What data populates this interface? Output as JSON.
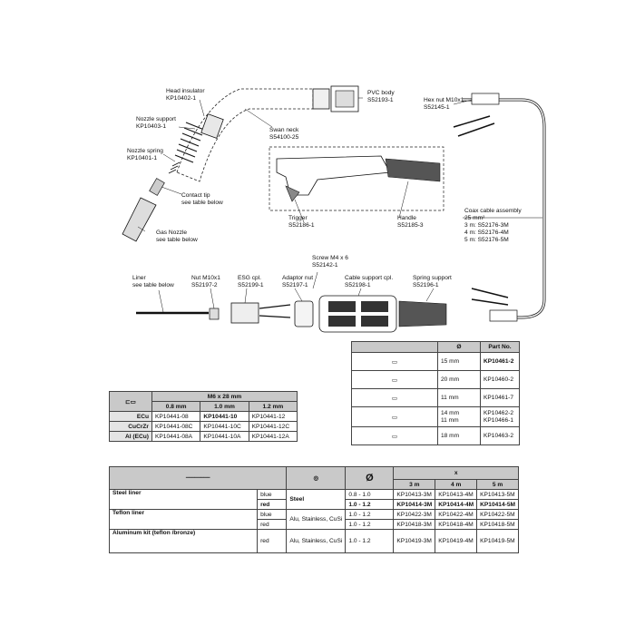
{
  "labels": {
    "head_insulator": [
      "Head insulator",
      "KP10402-1"
    ],
    "pvc_body": [
      "PVC body",
      "S52193-1"
    ],
    "hex_nut": [
      "Hex nut M10x1",
      "S52145-1"
    ],
    "nozzle_support": [
      "Nozzle support",
      "KP10403-1"
    ],
    "swan_neck": [
      "Swan neck",
      "S54100-25"
    ],
    "nozzle_spring": [
      "Nozzle spring",
      "KP10401-1"
    ],
    "contact_tip": [
      "Contact tip",
      "see table below"
    ],
    "gas_nozzle": [
      "Gas Nozzle",
      "see table below"
    ],
    "trigger": [
      "Trigger",
      "S52186-1"
    ],
    "handle": [
      "Handle",
      "S52185-3"
    ],
    "coax_cable": [
      "Coax cable assembly",
      "25 mm²",
      "3 m: S52176-3M",
      "4 m: S52176-4M",
      "5 m: S52176-5M"
    ],
    "screw": [
      "Screw M4 x 6",
      "S52142-1"
    ],
    "liner": [
      "Liner",
      "see table below"
    ],
    "nut_m10": [
      "Nut M10x1",
      "S52197-2"
    ],
    "esg_cpl": [
      "ESG cpl.",
      "S52199-1"
    ],
    "adaptor_nut": [
      "Adaptor nut",
      "S52197-1"
    ],
    "cable_support": [
      "Cable support cpl.",
      "S52198-1"
    ],
    "spring_support": [
      "Spring support",
      "S52196-1"
    ]
  },
  "nozzle_table": {
    "headers": [
      "Ø",
      "Part No."
    ],
    "rows": [
      {
        "dia": "15 mm",
        "part": "KP10461-2",
        "bold": true
      },
      {
        "dia": "20 mm",
        "part": "KP10460-2",
        "bold": false
      },
      {
        "dia": "11 mm",
        "part": "KP10461-7",
        "bold": false
      },
      {
        "dia": "14 mm\n11 mm",
        "part": "KP10462-2\nKP10466-1",
        "bold": false
      },
      {
        "dia": "18 mm",
        "part": "KP10463-2",
        "bold": false
      }
    ]
  },
  "tip_table": {
    "title": "M6 x 28 mm",
    "sizes": [
      "0.8 mm",
      "1.0 mm",
      "1.2 mm"
    ],
    "rows": [
      {
        "mat": "ECu",
        "vals": [
          "KP10441-08",
          "KP10441-10",
          "KP10441-12"
        ]
      },
      {
        "mat": "CuCrZr",
        "vals": [
          "KP10441-08C",
          "KP10441-10C",
          "KP10441-12C"
        ]
      },
      {
        "mat": "Al (ECu)",
        "vals": [
          "KP10441-08A",
          "KP10441-10A",
          "KP10441-12A"
        ]
      }
    ]
  },
  "liner_table": {
    "dia_symbol": "Ø",
    "x_symbol": "x",
    "lengths": [
      "3 m",
      "4 m",
      "5 m"
    ],
    "groups": [
      {
        "name": "Steel liner",
        "material": "Steel",
        "rows": [
          {
            "color": "blue",
            "dia": "0.8 - 1.0",
            "parts": [
              "KP10413-3M",
              "KP10413-4M",
              "KP10413-5M"
            ],
            "bold": false
          },
          {
            "color": "red",
            "dia": "1.0 - 1.2",
            "parts": [
              "KP10414-3M",
              "KP10414-4M",
              "KP10414-5M"
            ],
            "bold": true
          }
        ]
      },
      {
        "name": "Teflon liner",
        "material": "Alu, Stainless, CuSi",
        "rows": [
          {
            "color": "blue",
            "dia": "1.0 - 1.2",
            "parts": [
              "KP10422-3M",
              "KP10422-4M",
              "KP10422-5M"
            ],
            "bold": false
          },
          {
            "color": "red",
            "dia": "1.0 - 1.2",
            "parts": [
              "KP10418-3M",
              "KP10418-4M",
              "KP10418-5M"
            ],
            "bold": false
          }
        ]
      },
      {
        "name": "Aluminum kit (teflon /bronze)",
        "material": "Alu, Stainless, CuSi",
        "rows": [
          {
            "color": "red",
            "dia": "1.0 - 1.2",
            "parts": [
              "KP10419-3M",
              "KP10419-4M",
              "KP10419-5M"
            ],
            "bold": false
          }
        ]
      }
    ]
  }
}
